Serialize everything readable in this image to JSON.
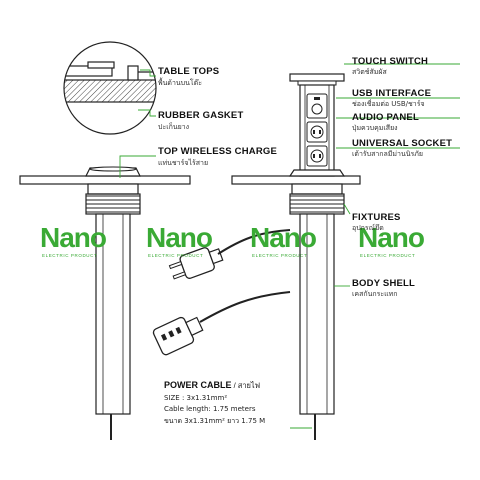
{
  "labels": {
    "table_tops": {
      "title": "TABLE TOPS",
      "sub": "พื้นด้านบนโต๊ะ"
    },
    "rubber_gasket": {
      "title": "RUBBER GASKET",
      "sub": "ปะเก็นยาง"
    },
    "top_wireless_charge": {
      "title": "TOP WIRELESS CHARGE",
      "sub": "แท่นชาร์จไร้สาย"
    },
    "touch_switch": {
      "title": "TOUCH SWITCH",
      "sub": "สวิตช์สัมผัส"
    },
    "usb_interface": {
      "title": "USB INTERFACE",
      "sub": "ช่องเชื่อมต่อ USB/ชาร์จ"
    },
    "audio_panel": {
      "title": "AUDIO PANEL",
      "sub": "ปุ่มควบคุมเสียง"
    },
    "universal_socket": {
      "title": "UNIVERSAL SOCKET",
      "sub": "เต้ารับสากลมีม่านนิรภัย"
    },
    "fixtures": {
      "title": "FIXTURES",
      "sub": "อุปกรณ์ยึด"
    },
    "body_shell": {
      "title": "BODY SHELL",
      "sub": "เคสกันกระแทก"
    }
  },
  "power_cable": {
    "title": "POWER CABLE",
    "title_th": " / สายไฟ",
    "size": "SIZE : 3x1.31mm²",
    "length": "Cable length: 1.75 meters",
    "thai_spec": "ขนาด 3x1.31mm² ยาว 1.75 M"
  },
  "watermark": {
    "brand": "Nano",
    "tagline": "ELECTRIC PRODUCT",
    "color": "#3aaa35"
  },
  "colors": {
    "leader_line": "#3aaa35",
    "outline": "#222222"
  }
}
